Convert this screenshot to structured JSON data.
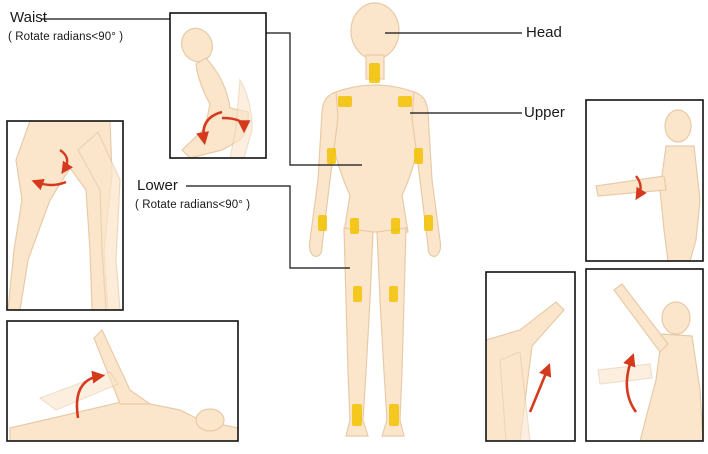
{
  "labels": {
    "waist": "Waist",
    "waist_note": "( Rotate radians<90° )",
    "lower": "Lower",
    "lower_note": "( Rotate radians<90° )",
    "head": "Head",
    "upper": "Upper"
  },
  "colors": {
    "skin": "#fbe6cc",
    "skin_outline": "#e7cba8",
    "joint": "#f2c200",
    "arrow": "#d63a1d",
    "frame": "#111111",
    "leader": "#111111"
  }
}
